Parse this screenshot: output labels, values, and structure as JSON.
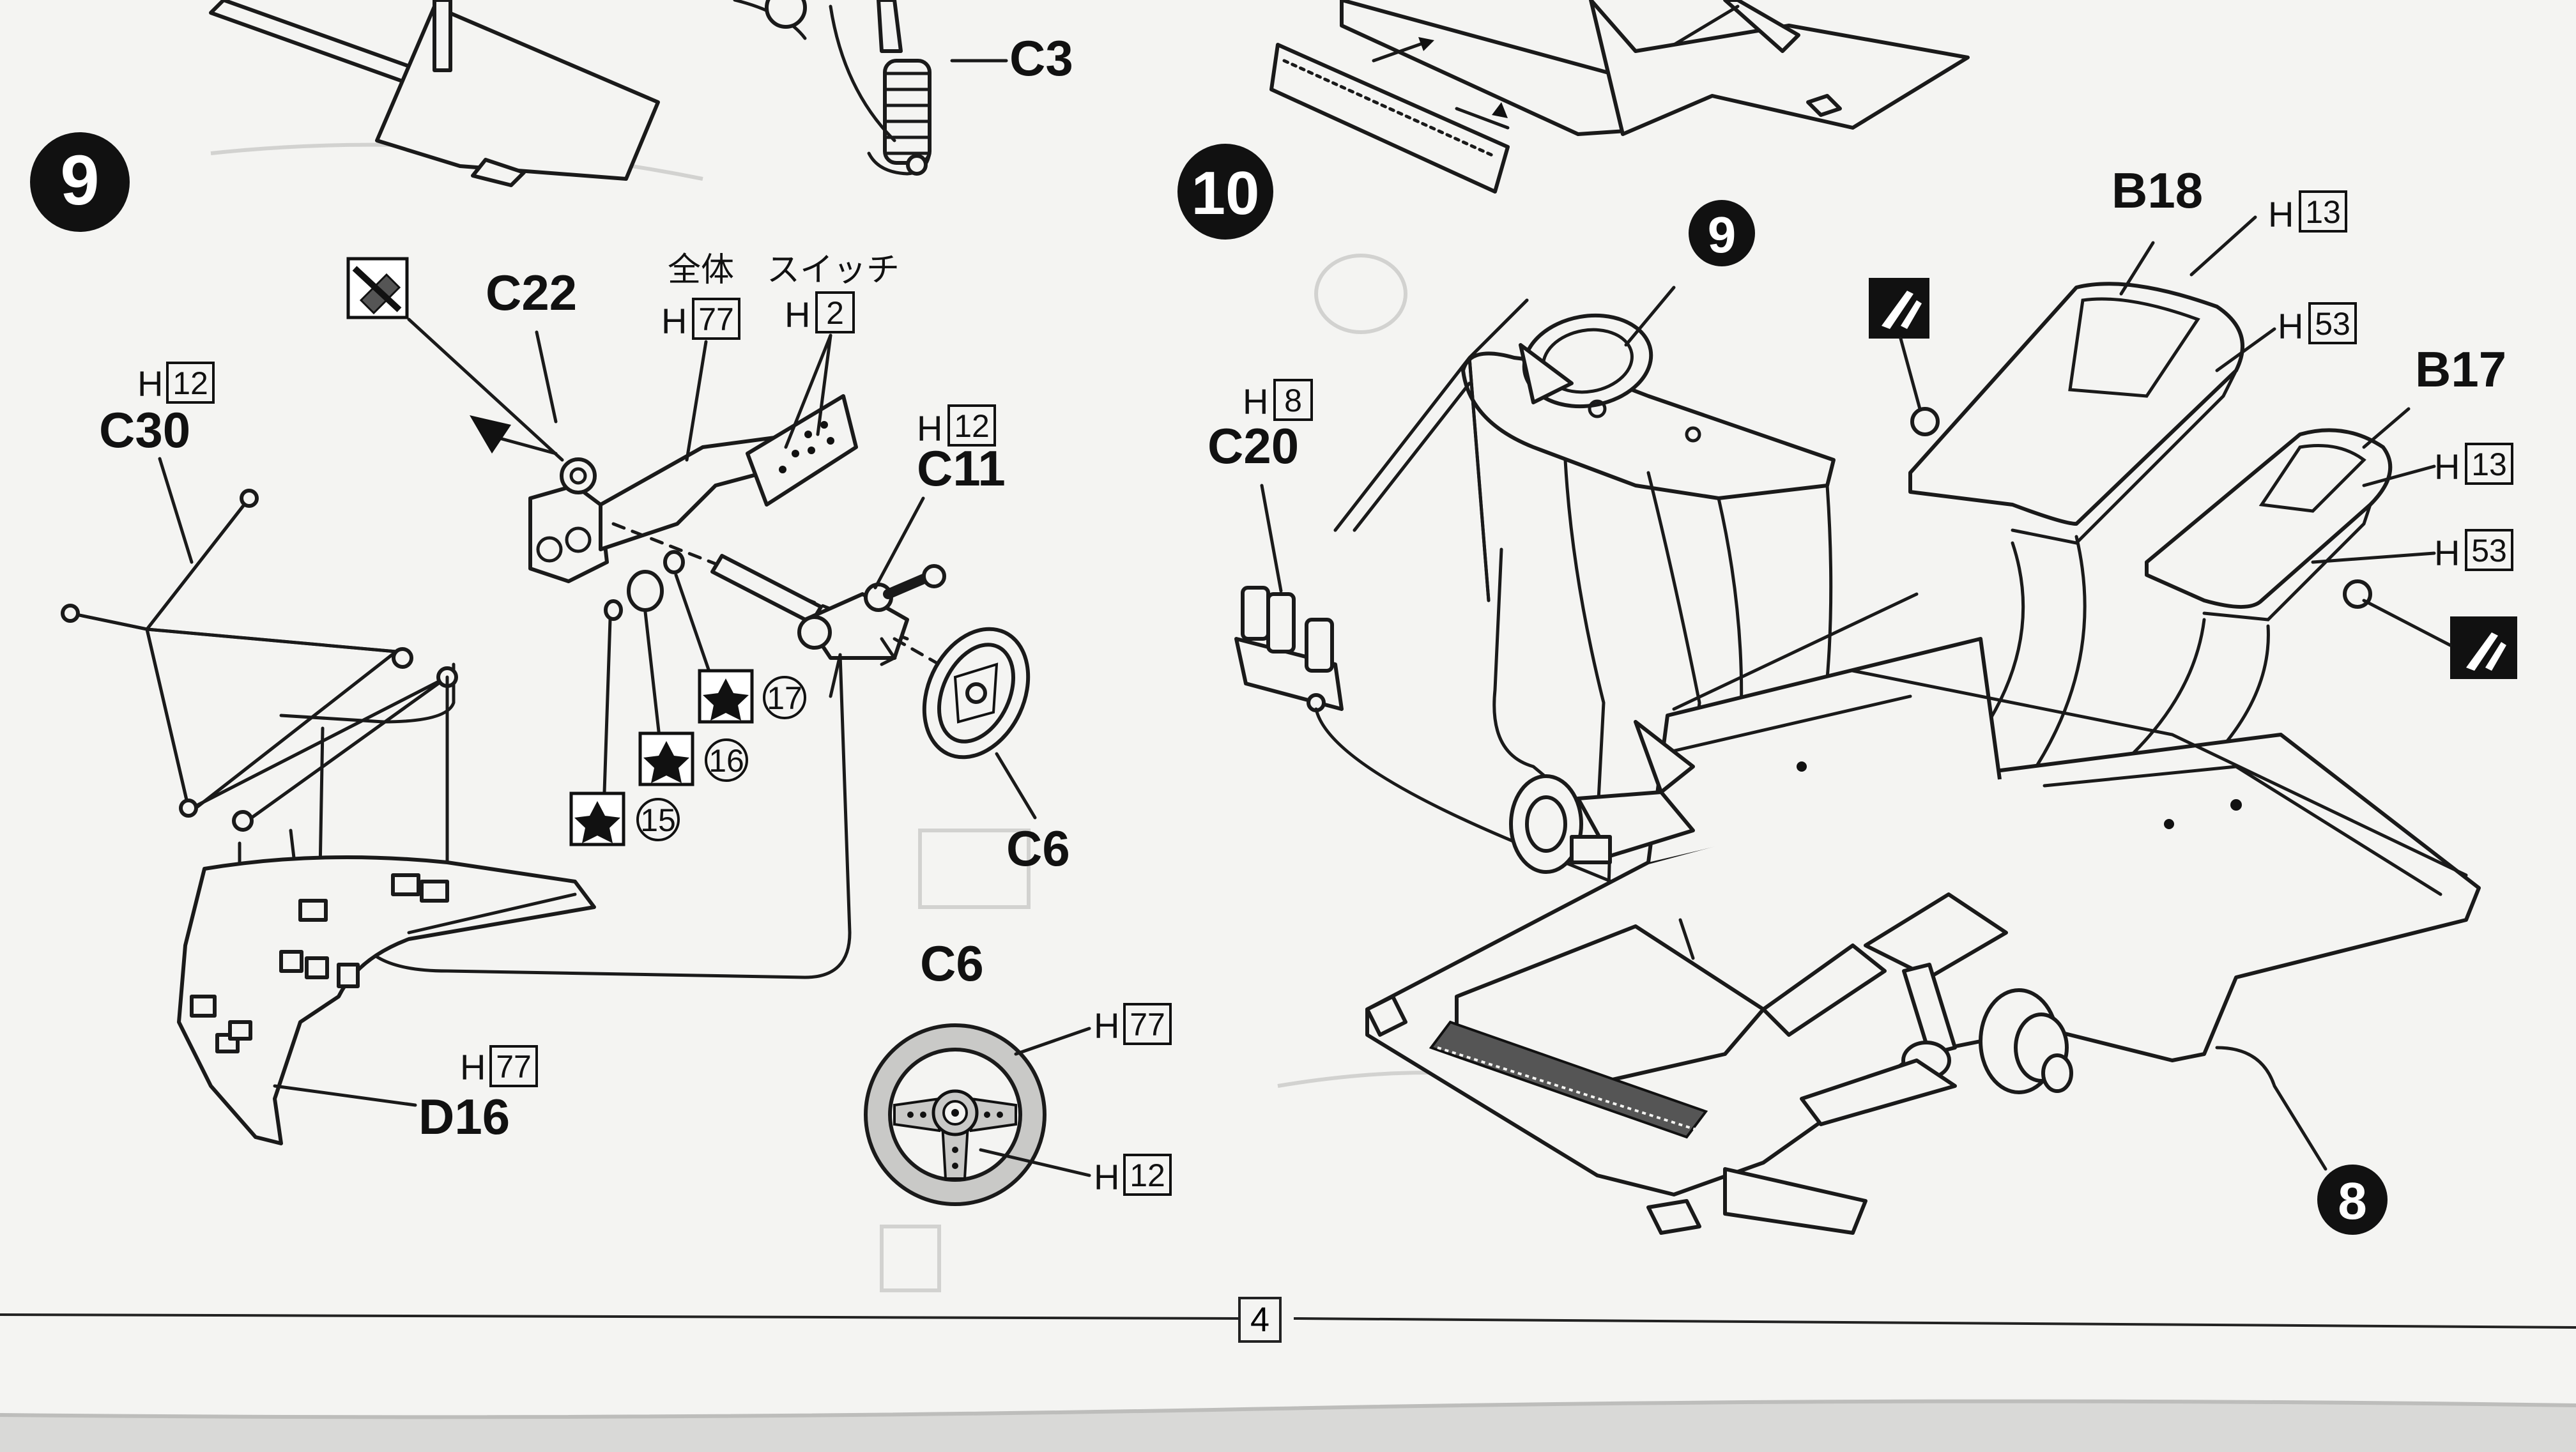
{
  "colors": {
    "paper": "#f4f4f2",
    "ink": "#111111",
    "table": "#d9d9d7"
  },
  "page_number": "4",
  "steps": {
    "step9": {
      "number": "9",
      "labels": {
        "c3": "C3",
        "c22": "C22",
        "c30": "C30",
        "c11": "C11",
        "c6_main": "C6",
        "d16": "D16",
        "c6_detail": "C6",
        "zentai": "全体",
        "switch": "スイッチ"
      },
      "colors": {
        "c30": {
          "h": "H",
          "code": "12"
        },
        "zentai": {
          "h": "H",
          "code": "77"
        },
        "switch": {
          "h": "H",
          "code": "2"
        },
        "c11": {
          "h": "H",
          "code": "12"
        },
        "d16": {
          "h": "H",
          "code": "77"
        },
        "c6_rim": {
          "h": "H",
          "code": "77"
        },
        "c6_spoke": {
          "h": "H",
          "code": "12"
        }
      },
      "decals": [
        "17",
        "16",
        "15"
      ]
    },
    "step10": {
      "number": "10",
      "labels": {
        "b18": "B18",
        "b17": "B17",
        "c20": "C20",
        "ref9": "9",
        "ref8": "8"
      },
      "colors": {
        "c20": {
          "h": "H",
          "code": "8"
        },
        "b18_top": {
          "h": "H",
          "code": "13"
        },
        "b18_bottom": {
          "h": "H",
          "code": "53"
        },
        "b17_top": {
          "h": "H",
          "code": "13"
        },
        "b17_bottom": {
          "h": "H",
          "code": "53"
        }
      }
    }
  },
  "icons": [
    "cement-icon",
    "do-not-glue-icon",
    "decal-star-icon",
    "step-badge-icon"
  ]
}
